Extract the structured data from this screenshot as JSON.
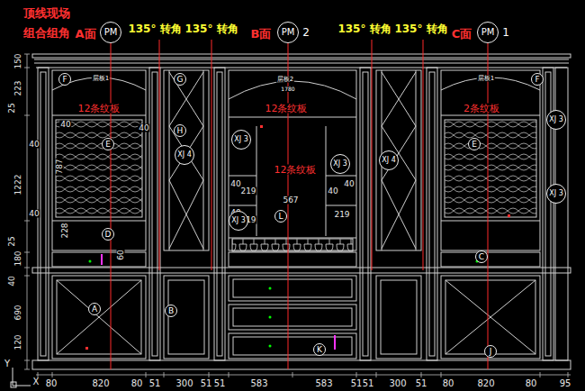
{
  "diagram": {
    "title": "顶线现场",
    "nodes": [
      {
        "text": [
          "PM"
        ]
      },
      {
        "text": [
          "PM"
        ]
      },
      {
        "text": [
          "PM"
        ]
      },
      {
        "text": [
          "F"
        ]
      },
      {
        "text": [
          "G"
        ]
      },
      {
        "text": [
          "F"
        ]
      },
      {
        "text": [
          "XJ 3"
        ]
      },
      {
        "text": [
          "H"
        ]
      },
      {
        "text": [
          "XJ 3"
        ]
      },
      {
        "text": [
          "E"
        ]
      },
      {
        "text": [
          "E"
        ]
      },
      {
        "text": [
          "XJ 4"
        ]
      },
      {
        "text": [
          "XJ 4"
        ]
      },
      {
        "text": [
          "XJ 3"
        ]
      },
      {
        "text": [
          "XJ 3"
        ]
      },
      {
        "text": [
          "L"
        ]
      },
      {
        "text": [
          "XJ 3"
        ]
      },
      {
        "text": [
          "D"
        ]
      },
      {
        "text": [
          "C"
        ]
      },
      {
        "text": [
          "A"
        ]
      },
      {
        "text": [
          "B"
        ]
      },
      {
        "text": [
          "K"
        ]
      },
      {
        "text": [
          "J"
        ]
      }
    ],
    "labels": [
      "组合组角",
      "A面",
      "135° 转角",
      "135° 转角",
      "B面",
      "2",
      "135° 转角",
      "135° 转角",
      "C面",
      "1",
      "层板1",
      "层板2",
      "1780",
      "层板1",
      "12条纹板",
      "12条纹板",
      "12条纹板",
      "2条纹板",
      "40",
      "40",
      "40",
      "787",
      "228",
      "60",
      "40",
      "219",
      "40",
      "219",
      "567",
      "40",
      "40",
      "219",
      "150",
      "223",
      "25",
      "1222",
      "40",
      "25",
      "180",
      "40",
      "690",
      "120",
      "Y",
      "X",
      "80",
      "820",
      "80",
      "51",
      "300",
      "51",
      "51",
      "583",
      "583",
      "51",
      "51",
      "300",
      "51",
      "80",
      "820",
      "80",
      "95"
    ]
  }
}
